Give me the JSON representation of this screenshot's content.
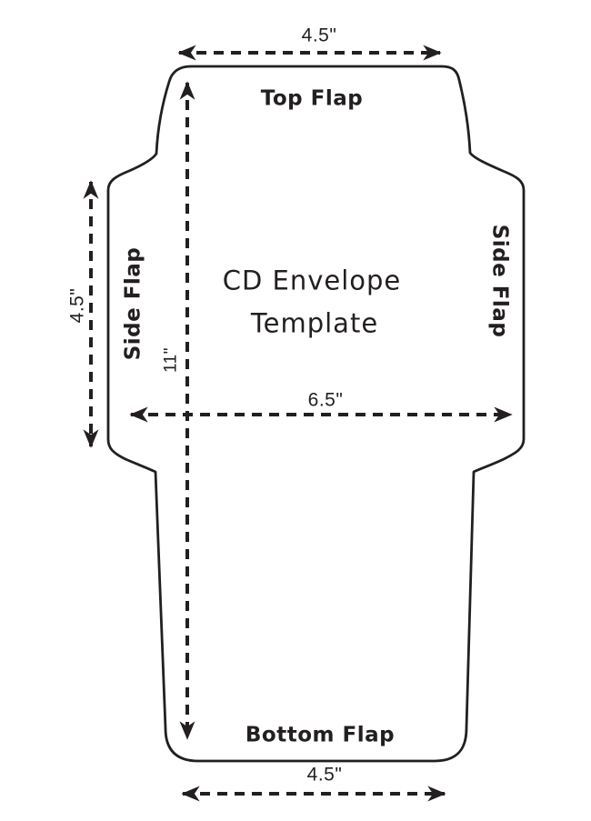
{
  "diagram": {
    "title_line1": "CD Envelope",
    "title_line2": "Template",
    "top_flap_label": "Top Flap",
    "bottom_flap_label": "Bottom Flap",
    "left_side_flap_label": "Side Flap",
    "right_side_flap_label": "Side Flap"
  },
  "dimensions": {
    "top_flap_width": "4.5\"",
    "side_flap_height": "4.5\"",
    "total_height": "11\"",
    "envelope_width": "6.5\"",
    "bottom_flap_width": "4.5\""
  },
  "colors": {
    "ink": "#231f20",
    "background": "#ffffff"
  }
}
